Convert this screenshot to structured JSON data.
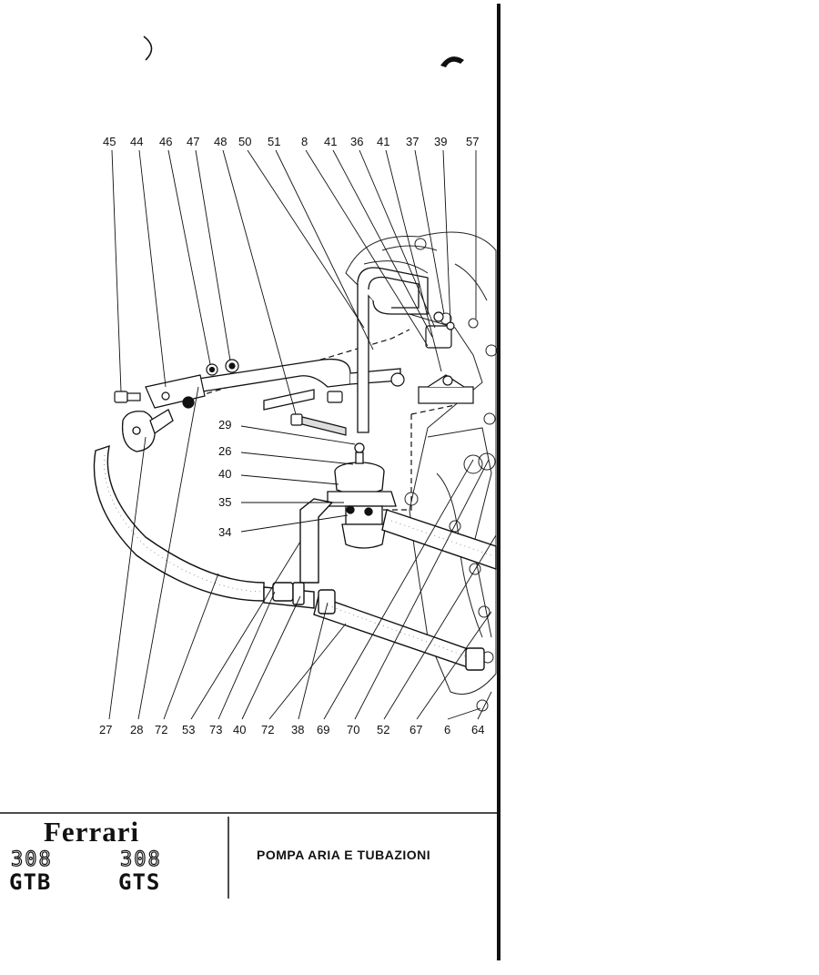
{
  "diagram": {
    "top_labels": [
      "45",
      "44",
      "46",
      "47",
      "48",
      "50",
      "51",
      "8",
      "41",
      "36",
      "41",
      "37",
      "39",
      "57"
    ],
    "left_labels": [
      "29",
      "26",
      "40",
      "35",
      "34"
    ],
    "bottom_labels": [
      "27",
      "28",
      "72",
      "53",
      "73",
      "40",
      "72",
      "38",
      "69",
      "70",
      "52",
      "67",
      "6",
      "64"
    ]
  },
  "title_block": {
    "brand": "Ferrari",
    "models": [
      {
        "number": "308",
        "variant": "GTB"
      },
      {
        "number": "308",
        "variant": "GTS"
      }
    ],
    "title": "POMPA ARIA E TUBAZIONI"
  }
}
